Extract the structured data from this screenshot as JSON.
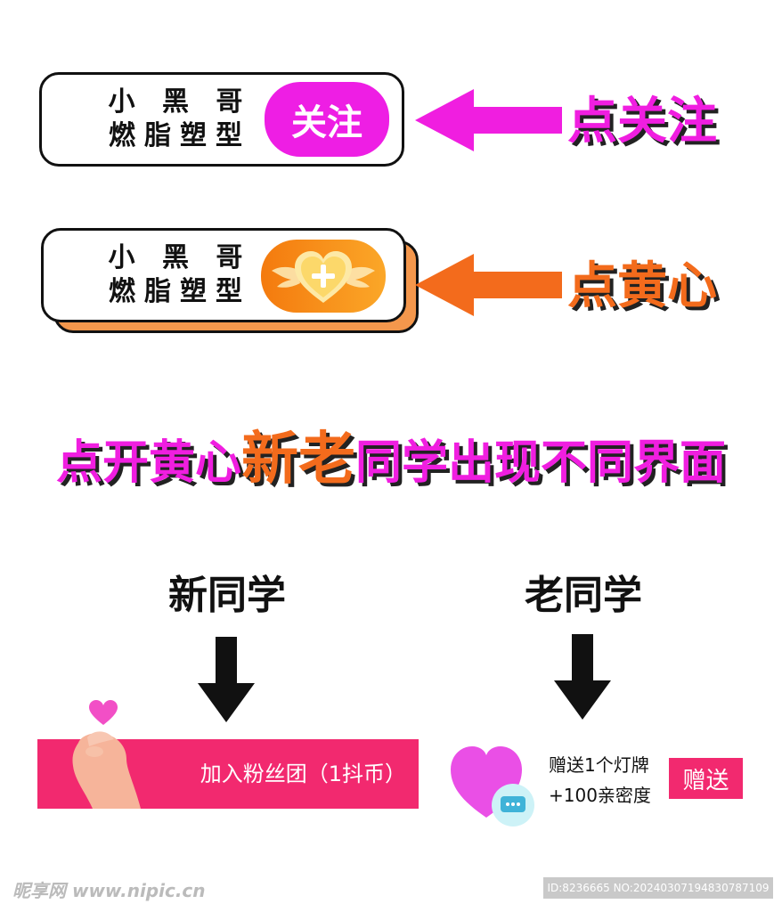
{
  "card_follow": {
    "name_line1": "小 黑 哥",
    "name_line2": "燃脂塑型",
    "button_label": "关注",
    "button_color": "#ee1ee4"
  },
  "card_heart": {
    "name_line1": "小 黑 哥",
    "name_line2": "燃脂塑型",
    "button_icon": "winged-heart-plus-icon"
  },
  "labels": {
    "follow": "点关注",
    "follow_color": "#f01ee0",
    "heart": "点黄心",
    "heart_color": "#f36b1c"
  },
  "headline": {
    "part1": "点开黄心",
    "part2": "新老",
    "part3": "同学出现不同界面"
  },
  "columns": {
    "new_title": "新同学",
    "old_title": "老同学"
  },
  "new_student": {
    "join_label": "加入粉丝团（1抖币）",
    "bar_color": "#f2296f"
  },
  "old_student": {
    "line1": "赠送1个灯牌",
    "line2": "+100亲密度",
    "gift_button": "赠送"
  },
  "watermark": {
    "left": "昵享网 www.nipic.cn",
    "right": "ID:8236665 NO:20240307194830787109"
  }
}
